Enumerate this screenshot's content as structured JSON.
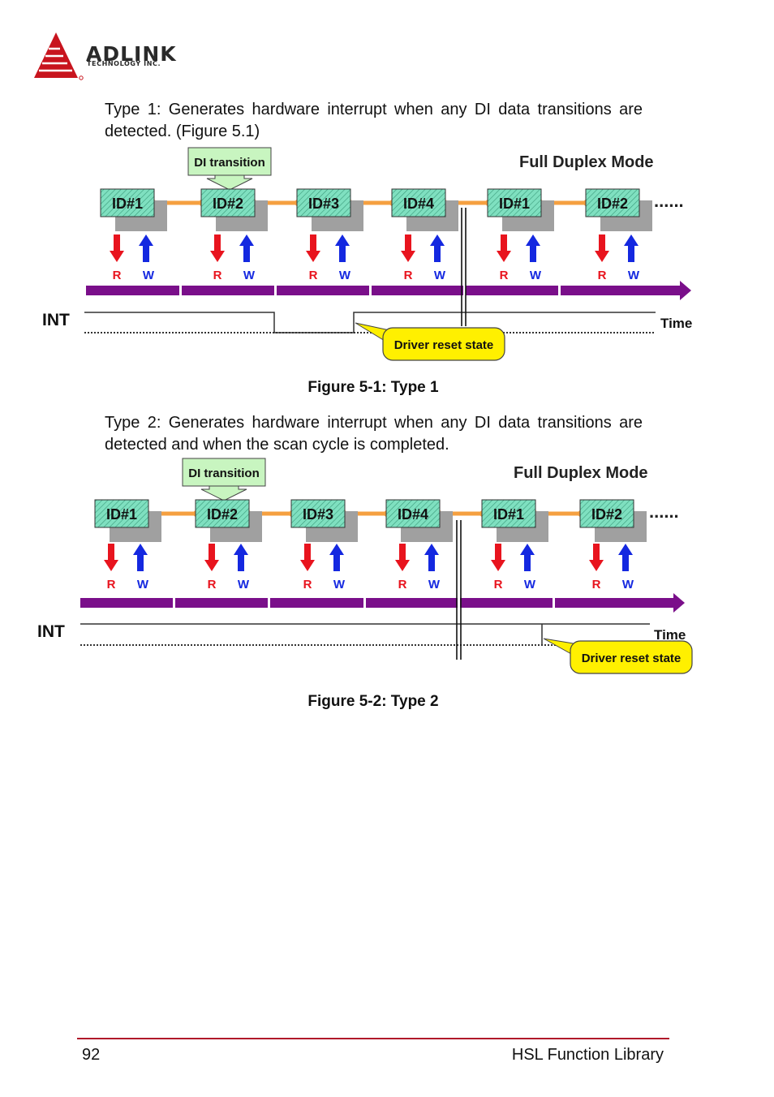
{
  "header": {
    "logo_name": "ADLINK",
    "logo_sub": "TECHNOLOGY INC.",
    "colors": {
      "logo_red": "#c8141e",
      "footer_rule": "#b0182a"
    }
  },
  "body": {
    "para1": "Type 1: Generates hardware interrupt when any DI data transitions are detected. (Figure 5.1)",
    "caption1": "Figure 5-1: Type 1",
    "para2": "Type 2: Generates hardware interrupt when any DI data transitions are detected and when the scan cycle is completed.",
    "caption2": "Figure 5-2: Type 2"
  },
  "figures": [
    {
      "mode_title": "Full Duplex Mode",
      "callout": "DI transition",
      "nodes": [
        "ID#1",
        "ID#2",
        "ID#3",
        "ID#4",
        "ID#1",
        "ID#2"
      ],
      "read_label": "R",
      "write_label": "W",
      "ellipsis": "......",
      "int_label": "INT",
      "time_label": "Time",
      "reset_label": "Driver reset state"
    },
    {
      "mode_title": "Full Duplex Mode",
      "callout": "DI transition",
      "nodes": [
        "ID#1",
        "ID#2",
        "ID#3",
        "ID#4",
        "ID#1",
        "ID#2"
      ],
      "read_label": "R",
      "write_label": "W",
      "ellipsis": "......",
      "int_label": "INT",
      "time_label": "Time",
      "reset_label": "Driver reset state"
    }
  ],
  "diagram_colors": {
    "node_fill": "#7fe0c0",
    "node_shadow": "#a0a0a0",
    "link": "#f5a040",
    "read_arrow": "#e8141e",
    "write_arrow": "#1428e0",
    "timeline": "#7a0f8a",
    "callout_fill": "#c8f5c0",
    "reset_fill": "#fff000"
  },
  "footer": {
    "page_number": "92",
    "doc_title": "HSL Function Library"
  }
}
